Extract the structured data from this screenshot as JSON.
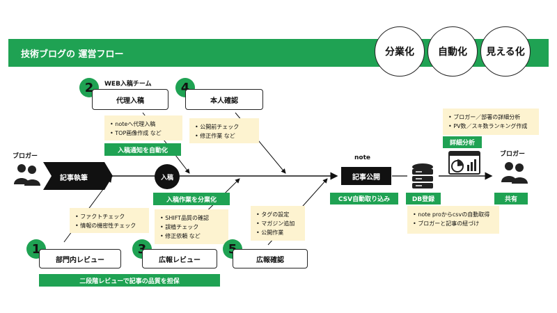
{
  "title": "技術ブログの 運営フロー",
  "badges": [
    "分業化",
    "自動化",
    "見える化"
  ],
  "actors": {
    "left": "ブロガー",
    "right": "ブロガー"
  },
  "main_flow": {
    "start": "記事執筆",
    "input": "入稿",
    "publish_label": "note",
    "publish": "記事公開"
  },
  "steps": {
    "s1": {
      "num": "1",
      "label": "部門内レビュー"
    },
    "s2": {
      "num": "2",
      "team": "WEB入稿チーム",
      "label": "代理入稿"
    },
    "s3": {
      "num": "3",
      "label": "広報レビュー"
    },
    "s4": {
      "num": "4",
      "label": "本人確認"
    },
    "s5": {
      "num": "5",
      "label": "広報確認"
    }
  },
  "notes": {
    "s2": [
      "• noteへ代理入稿",
      "• TOP画像作成 など"
    ],
    "s4": [
      "• 公開前チェック",
      "• 修正作業 など"
    ],
    "s1": [
      "• ファクトチェック",
      "• 情報の機密性チェック"
    ],
    "s3": [
      "• SHIFT品質の確認",
      "• 誤植チェック",
      "• 修正依頼 など"
    ],
    "s5": [
      "• タグの設定",
      "• マガジン追加",
      "• 公開作業"
    ],
    "db": [
      "• note proからcsvの自動取得",
      "• ブロガーと記事の紐づけ"
    ],
    "analysis": [
      "• ブロガー／部署の詳細分析",
      "• PV数／スキ数ランキング作成"
    ]
  },
  "tags": {
    "notify": "入稿通知を自動化",
    "split": "入稿作業を分業化",
    "review": "二段階レビューで記事の品質を担保",
    "csv": "CSV自動取り込み",
    "db": "DB登録",
    "analysis": "詳細分析",
    "share": "共有"
  },
  "colors": {
    "accent": "#1fa253",
    "note_bg": "#fdf3d0",
    "dark": "#111111"
  },
  "icons": [
    "users-icon",
    "database-icon",
    "dashboard-icon"
  ]
}
